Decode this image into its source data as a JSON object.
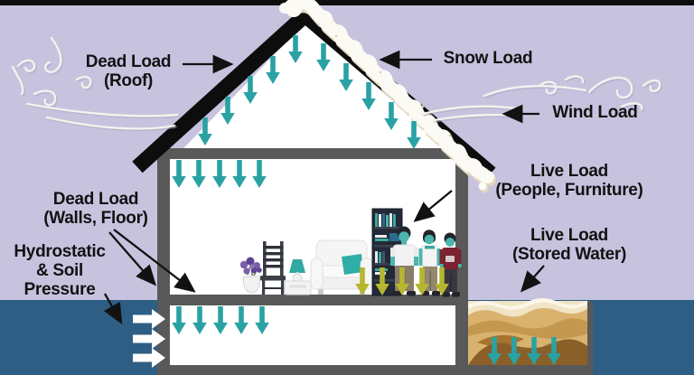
{
  "diagram": {
    "type": "house-structural-loads-cross-section",
    "labels": {
      "dead_load_roof_1": "Dead Load",
      "dead_load_roof_2": "(Roof)",
      "snow_load": "Snow Load",
      "wind_load": "Wind Load",
      "live_load_people_1": "Live Load",
      "live_load_people_2": "(People, Furniture)",
      "live_load_water_1": "Live Load",
      "live_load_water_2": "(Stored Water)",
      "dead_load_walls_1": "Dead Load",
      "dead_load_walls_2": "(Walls, Floor)",
      "hydrostatic_1": "Hydrostatic",
      "hydrostatic_2": "& Soil",
      "hydrostatic_3": "Pressure"
    },
    "colors": {
      "background": "#c7c3df",
      "ground": "#2e5e84",
      "structure": "#595959",
      "roof": "#0d0d0d",
      "snow": "#fcfaf4",
      "teal-arrow": "#2aa2a4",
      "yellow-arrow": "#b5b72e",
      "white-arrow": "#ffffff",
      "sand-light": "#f0e4c4",
      "sand-mid": "#d9b26e",
      "sand-dark": "#8a5f28",
      "text": "#121212"
    }
  }
}
